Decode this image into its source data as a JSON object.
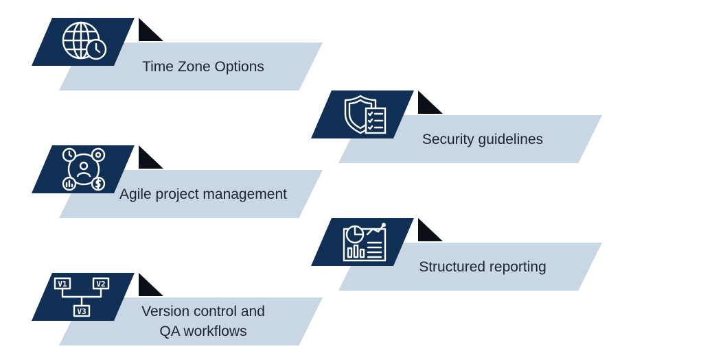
{
  "colors": {
    "badge": "#102f54",
    "bar": "#c9d6e3",
    "fold": "#0b0f16",
    "text": "#1d2230",
    "background": "#ffffff"
  },
  "features": [
    {
      "label": "Time Zone Options",
      "icon": "globe-clock-icon"
    },
    {
      "label": "Security guidelines",
      "icon": "shield-checklist-icon"
    },
    {
      "label": "Agile project management",
      "icon": "agile-team-icon"
    },
    {
      "label": "Structured reporting",
      "icon": "report-chart-icon"
    },
    {
      "label_line1": "Version control and",
      "label_line2": "QA workflows",
      "icon": "version-tree-icon"
    }
  ]
}
